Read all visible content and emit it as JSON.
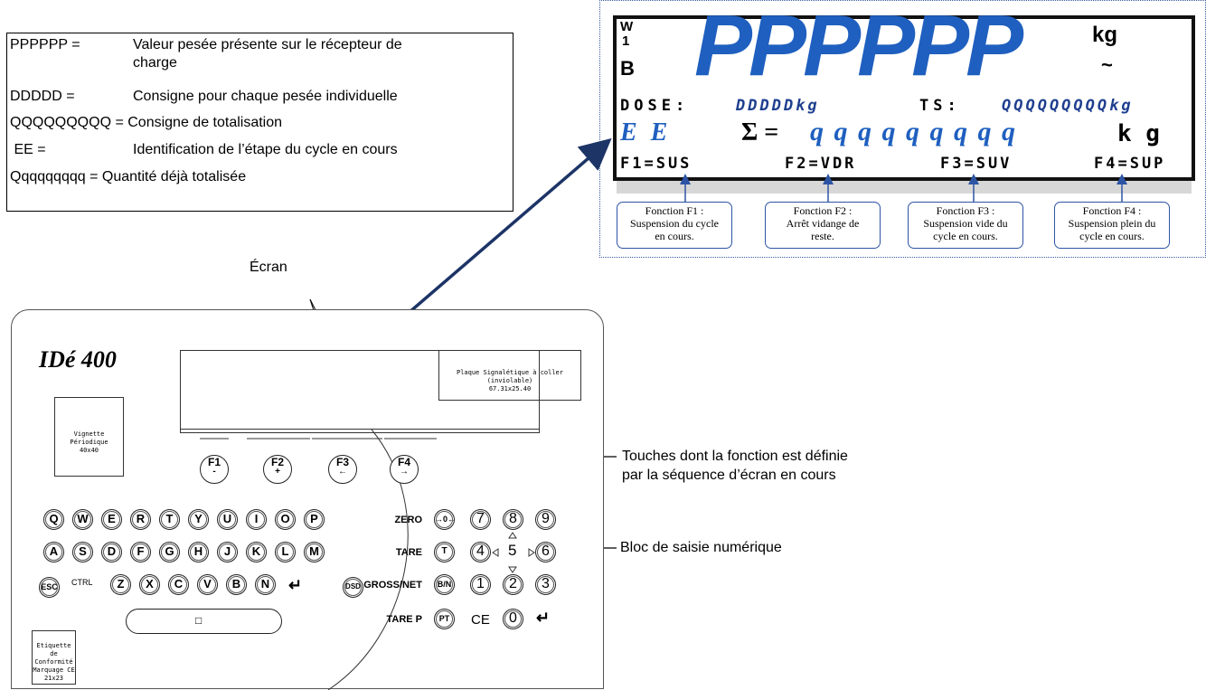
{
  "legend": {
    "rows": [
      {
        "key": "PPPPPP =",
        "value": "Valeur pesée présente sur le récepteur de",
        "value2": "charge"
      },
      {
        "key": "DDDDD =",
        "value": "Consigne pour chaque pesée individuelle"
      },
      {
        "key": "QQQQQQQQQ = Consigne de totalisation",
        "value": ""
      },
      {
        "key": " EE =",
        "value": "Identification de l’étape du cycle en cours"
      },
      {
        "key": "Qqqqqqqqq = Quantité déjà totalisée",
        "value": ""
      }
    ]
  },
  "display": {
    "w": "W",
    "one": "1",
    "b": "B",
    "big": "PPPPPP",
    "unit": "kg",
    "tilde": "~",
    "dose_label": "DOSE:",
    "dose_value": "DDDDDkg",
    "ts_label": "TS:",
    "ts_value": "QQQQQQQQQkg",
    "ee": "E E",
    "sigma": "Σ =",
    "total": "q q q q q q q q q",
    "total_unit": "k g",
    "f1": "F1=SUS",
    "f2": "F2=VDR",
    "f3": "F3=SUV",
    "f4": "F4=SUP",
    "callouts": [
      {
        "title": "Fonction F1 :",
        "line1": "Suspension du cycle",
        "line2": "en cours."
      },
      {
        "title": "Fonction F2 :",
        "line1": "Arrêt vidange de",
        "line2": "reste."
      },
      {
        "title": "Fonction F3 :",
        "line1": "Suspension vide du",
        "line2": "cycle en cours."
      },
      {
        "title": "Fonction F4 :",
        "line1": "Suspension plein du",
        "line2": "cycle en cours."
      }
    ]
  },
  "labels": {
    "ecran": "Écran",
    "touches_1": "Touches dont la fonction est définie",
    "touches_2": "par la séquence d’écran en cours",
    "bloc": "Bloc de saisie numérique"
  },
  "device": {
    "model": "IDé 400",
    "plaque_1": "Plaque Signalétique à coller (inviolable)",
    "plaque_2": "67.31x25.40",
    "vignette_1": "Vignette Périodique",
    "vignette_2": "40x40",
    "etiquette": [
      "Etiquette de",
      "Conformité",
      "Marquage CE",
      "21x23"
    ],
    "fkeys": [
      {
        "label": "F1",
        "sym": "-"
      },
      {
        "label": "F2",
        "sym": "+"
      },
      {
        "label": "F3",
        "sym": "←"
      },
      {
        "label": "F4",
        "sym": "→"
      }
    ],
    "row1": [
      "Q",
      "W",
      "E",
      "R",
      "T",
      "Y",
      "U",
      "I",
      "O",
      "P"
    ],
    "row2": [
      "A",
      "S",
      "D",
      "F",
      "G",
      "H",
      "J",
      "K",
      "L",
      "M"
    ],
    "row3": [
      "Z",
      "X",
      "C",
      "V",
      "B",
      "N"
    ],
    "esc": "ESC",
    "ctrl": "CTRL",
    "dsd": "DSD",
    "enter": "↵",
    "square": "□",
    "side": {
      "zero": "ZERO",
      "tare": "TARE",
      "gross": "GROSS/NET",
      "tarep": "TARE P"
    },
    "side_keys": {
      "zero": "→0←",
      "tare": "T",
      "gross": "B/N",
      "tarep": "PT"
    },
    "num": {
      "r1": [
        "7",
        "8",
        "9"
      ],
      "r2": [
        "4",
        "5",
        "6"
      ],
      "r3": [
        "1",
        "2",
        "3"
      ],
      "r4": [
        "CE",
        "0",
        "↵"
      ]
    }
  },
  "colors": {
    "display_blue": "#1f5fbf",
    "arrow": "#1c3466",
    "callout_border": "#2d54a4"
  }
}
